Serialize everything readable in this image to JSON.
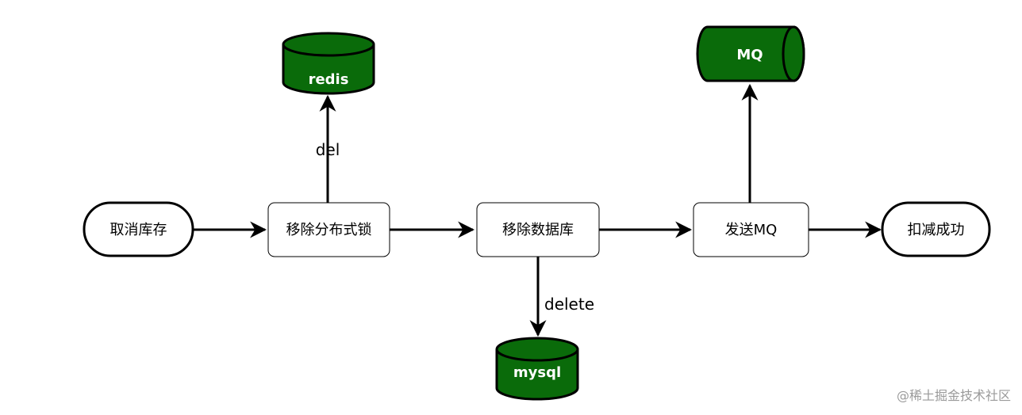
{
  "nodes": {
    "start": "取消库存",
    "remove_lock": "移除分布式锁",
    "remove_db": "移除数据库",
    "send_mq": "发送MQ",
    "end": "扣减成功"
  },
  "stores": {
    "redis": "redis",
    "mysql": "mysql",
    "mq": "MQ"
  },
  "edge_labels": {
    "del": "del",
    "delete": "delete"
  },
  "colors": {
    "store_fill": "#0a6b0a",
    "stroke": "#000000",
    "node_fill": "#ffffff"
  },
  "watermark": "@稀土掘金技术社区"
}
